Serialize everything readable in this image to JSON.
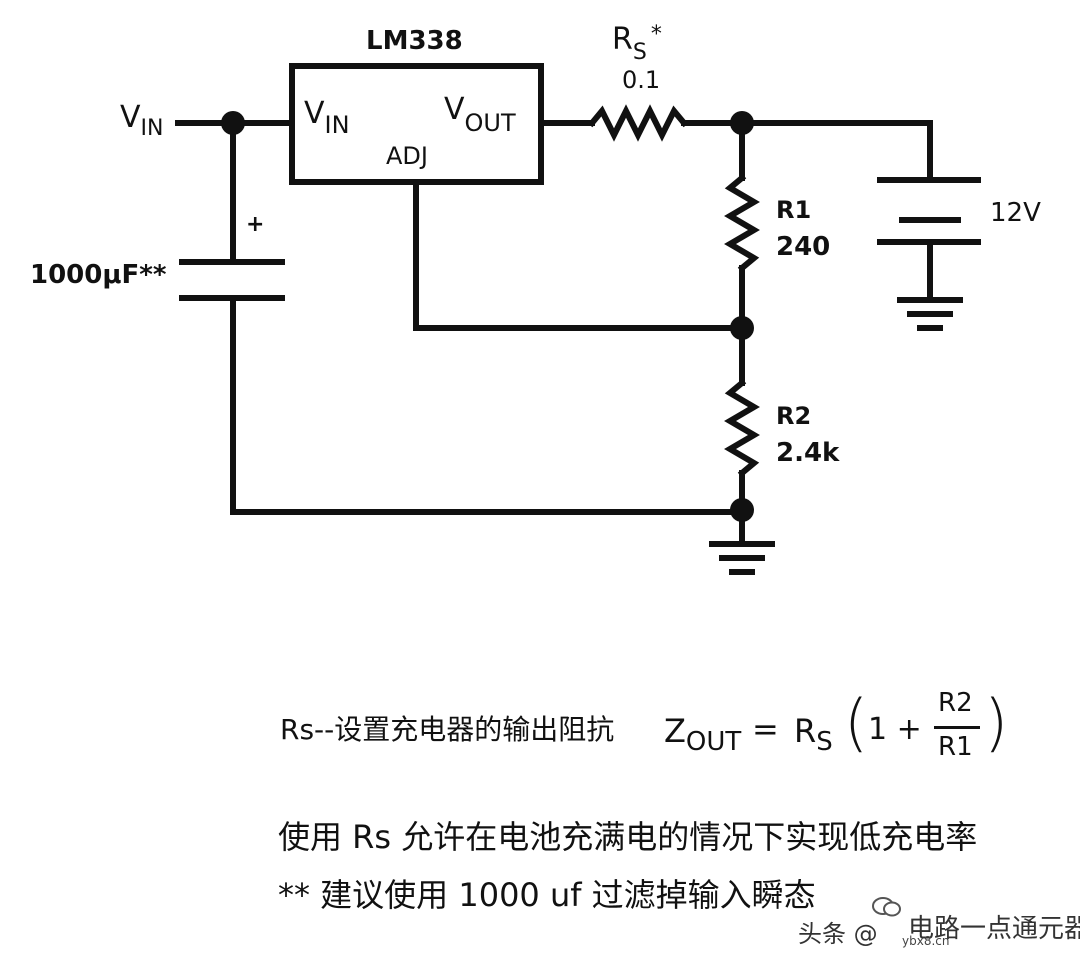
{
  "schematic": {
    "regulator_name": "LM338",
    "pin_vin": "V",
    "pin_vin_sub": "IN",
    "pin_vout": "V",
    "pin_vout_sub": "OUT",
    "pin_adj": "ADJ",
    "input_label": "V",
    "input_label_sub": "IN",
    "rs_name": "R",
    "rs_sub": "S",
    "rs_mark": "*",
    "rs_value": "0.1",
    "r1_name": "R1",
    "r1_value": "240",
    "r2_name": "R2",
    "r2_value": "2.4k",
    "cap_value": "1000μF**",
    "cap_polarity": "+",
    "battery_label": "12V"
  },
  "notes": {
    "formula_prefix": "Rs--设置充电器的输出阻抗",
    "z_letter": "Z",
    "z_sub": "OUT",
    "equals": "=",
    "rs_letter": "R",
    "rs_sub": "S",
    "open_paren": "(",
    "one_plus": "1 +",
    "numerator": "R2",
    "denominator": "R1",
    "close_paren": ")",
    "line1": "使用 Rs 允许在电池充满电的情况下实现低充电率",
    "line2": "** 建议使用 1000 uf 过滤掉输入瞬态"
  },
  "watermark": {
    "left": "头条 @",
    "right": "电路一点通元器件",
    "site": "ybx8.cn"
  }
}
